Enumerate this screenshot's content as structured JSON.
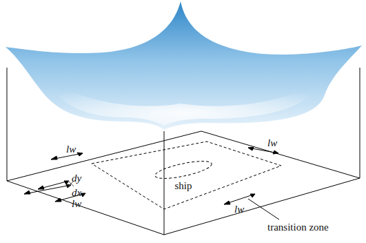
{
  "diagram": {
    "nodes": [
      {
        "text": [
          "ship"
        ]
      }
    ],
    "labels": [
      "lw",
      "lw",
      "dy",
      "dx",
      "lw",
      "lw",
      "transition zone"
    ]
  }
}
